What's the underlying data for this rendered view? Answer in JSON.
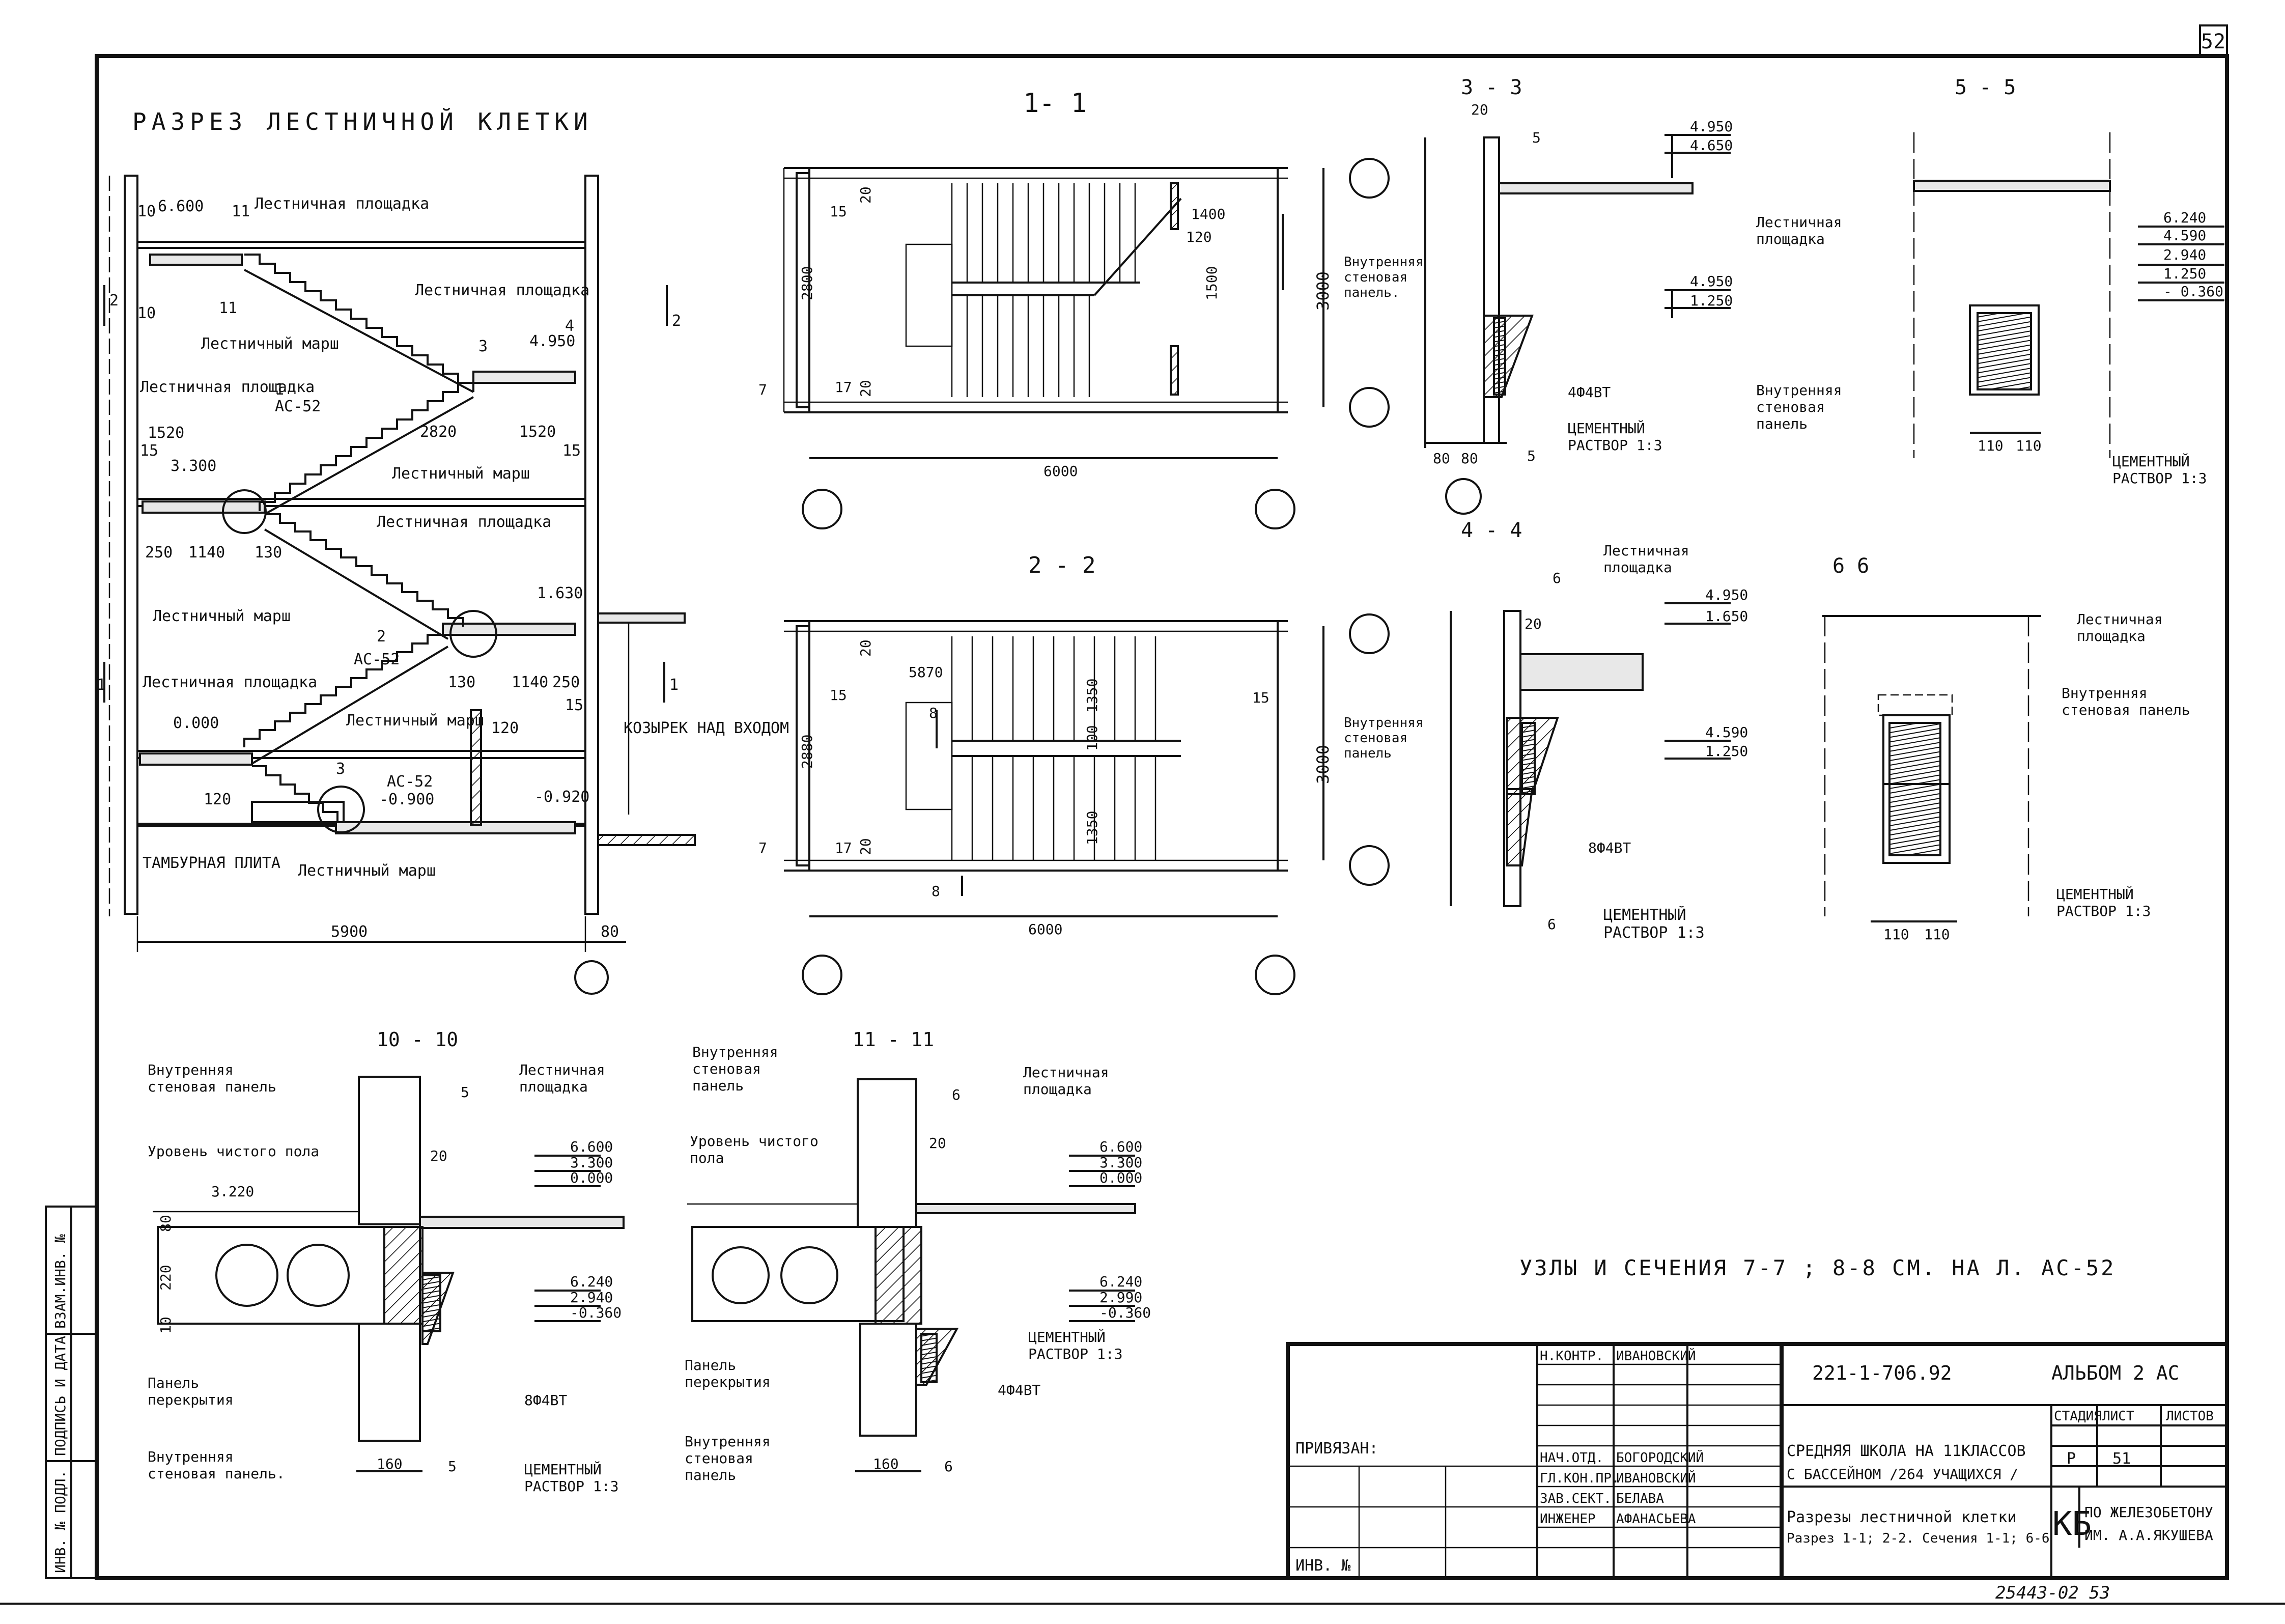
{
  "sheet_no": "52",
  "main_title": "РАЗРЕЗ ЛЕСТНИЧНОЙ КЛЕТКИ",
  "note": "УЗЛЫ И СЕЧЕНИЯ 7-7 ; 8-8 СМ. НА Л. АС-52",
  "views": {
    "s11": "1- 1",
    "s22": "2 - 2",
    "s33": "3 - 3",
    "s44": "4 - 4",
    "s55": "5 - 5",
    "s66": "6 6",
    "s1010": "10 - 10",
    "s1111": "11 - 11"
  },
  "main_section": {
    "l_platform_top": "Лестничная площадка",
    "l_platform_mid": "Лестничная площадка",
    "l_platform_left1": "Лестничная площадка",
    "l_platform_left2": "Лестничная площадка",
    "l_platform_low": "Лестничная площадка",
    "l_flight1": "Лестничный марш",
    "l_flight2": "Лестничный марш",
    "l_flight3": "Лестничный марш",
    "l_flight4": "Лестничный марш",
    "l_flight5": "Лестничный марш",
    "l_tambour": "ТАМБУРНАЯ ПЛИТА",
    "l_canopy": "КОЗЫРЕК НАД ВХОДОМ",
    "lev_660": "6.600",
    "lev_495": "4.950",
    "lev_330": "3.300",
    "lev_163": "1.630",
    "lev_000": "0.000",
    "lev_m090": "-0.900",
    "lev_m092": "-0.920",
    "d_1520a": "1520",
    "d_2820": "2820",
    "d_1520b": "1520",
    "d_250a": "250",
    "d_1140a": "1140",
    "d_130a": "130",
    "d_130b": "130",
    "d_1140b": "1140",
    "d_250b": "250",
    "d_120a": "120",
    "d_120b": "120",
    "d_5900": "5900",
    "d_80": "80",
    "d_15a": "15",
    "d_15b": "15",
    "d_15c": "15",
    "ref_as52a": "АС-52",
    "ref_as52b": "АС-52",
    "ref_as52c": "АС-52",
    "n1": "1",
    "n2": "2",
    "n3": "3",
    "n3b": "3",
    "n4": "4",
    "n10": "10",
    "n10b": "10",
    "n11": "11",
    "n11b": "11",
    "cut1": "1",
    "cut2": "2",
    "cut1b": "1",
    "cut2b": "2"
  },
  "plan11": {
    "d_6000": "6000",
    "d_1400": "1400",
    "d_1500": "1500",
    "d_120": "120",
    "d_2800": "2800",
    "d_3000": "3000",
    "d_20a": "20",
    "d_20b": "20",
    "d_15": "15",
    "d_17": "17",
    "d_7": "7"
  },
  "plan22": {
    "d_6000": "6000",
    "d_5870": "5870",
    "d_1350a": "1350",
    "d_1350b": "1350",
    "d_100": "100",
    "d_2880": "2880",
    "d_3000": "3000",
    "d_20a": "20",
    "d_20b": "20",
    "d_15a": "15",
    "d_15b": "15",
    "d_17": "17",
    "d_7": "7",
    "cut8": "8",
    "cut8b": "8"
  },
  "sec33": {
    "lev1": "4.950",
    "lev2": "4.650",
    "lev3": "4.950",
    "lev4": "1.250",
    "panel": "Внутренняя стеновая панель.",
    "rebar": "4Ф4ВТ",
    "mortar": "ЦЕМЕНТНЫЙ РАСТВОР 1:3",
    "d80a": "80",
    "d80b": "80",
    "d20": "20",
    "cut5": "5",
    "cut5b": "5"
  },
  "sec44": {
    "platform": "Лестничная площадка",
    "lev1": "4.950",
    "lev2": "1.650",
    "lev3": "4.590",
    "lev4": "1.250",
    "panel": "Внутренняя стеновая панель",
    "rebar": "8Ф4ВТ",
    "mortar": "ЦЕМЕНТНЫЙ РАСТВОР 1:3",
    "d20": "20",
    "cut6": "6",
    "cut6b": "6"
  },
  "sec55": {
    "platform": "Лестничная площадка",
    "levels": [
      "6.240",
      "4.590",
      "2.940",
      "1.250",
      "- 0.360"
    ],
    "panel": "Внутренняя стеновая панель",
    "mortar": "ЦЕМЕНТНЫЙ РАСТВОР 1:3",
    "d110a": "110",
    "d110b": "110"
  },
  "sec66": {
    "platform": "Лестничная площадка",
    "panel": "Внутренняя стеновая панель",
    "mortar": "ЦЕМЕНТНЫЙ РАСТВОР 1:3",
    "d110a": "110",
    "d110b": "110"
  },
  "sec1010": {
    "panel_top": "Внутренняя стеновая панель",
    "platform": "Лестничная площадка",
    "floor": "Уровень чистого пола",
    "lev_3220": "3.220",
    "lev_a": [
      "6.600",
      "3.300",
      "0.000"
    ],
    "lev_b": [
      "6.240",
      "2.940",
      "-0.360"
    ],
    "slab": "Панель перекрытия",
    "panel_bot": "Внутренняя стеновая панель.",
    "rebar": "8Ф4ВТ",
    "mortar": "ЦЕМЕНТНЫЙ РАСТВОР 1:3",
    "d160": "160",
    "d80": "80",
    "d220": "220",
    "d10": "10",
    "d20": "20",
    "cut5": "5",
    "cut5b": "5"
  },
  "sec1111": {
    "panel_top": "Внутренняя стеновая панель",
    "platform": "Лестничная площадка",
    "floor": "Уровень чистого пола",
    "lev_a": [
      "6.600",
      "3.300",
      "0.000"
    ],
    "lev_b": [
      "6.240",
      "2.990",
      "-0.360"
    ],
    "slab": "Панель перекрытия",
    "panel_bot": "Внутренняя стеновая панель",
    "rebar": "4Ф4ВТ",
    "mortar": "ЦЕМЕНТНЫЙ РАСТВОР 1:3",
    "d160": "160",
    "d20": "20",
    "cut6": "6",
    "cut6b": "6"
  },
  "title_block": {
    "bound": "ПРИВЯЗАН:",
    "inv": "ИНВ. №",
    "doc_code": "221-1-706.92",
    "album": "АЛЬБОМ 2 АС",
    "project1": "СРЕДНЯЯ ШКОЛА НА 11КЛАССОВ",
    "project2": "С БАССЕЙНОМ /264 УЧАЩИХСЯ /",
    "drawing1": "Разрезы лестничной клетки",
    "drawing2": "Разрез 1-1; 2-2. Сечения 1-1; 6-6",
    "stage_h": "СТАДИЯ",
    "sheet_h": "ЛИСТ",
    "sheets_h": "ЛИСТОВ",
    "stage": "Р",
    "sheet": "51",
    "org_code": "КБ",
    "org1": "ПО ЖЕЛЕЗОБЕТОНУ",
    "org2": "ИМ. А.А.ЯКУШЕВА",
    "roles": [
      "Н.КОНТР.",
      "НАЧ.ОТД.",
      "ГЛ.КОН.ПР.",
      "ЗАВ.СЕКТ.",
      "ИНЖЕНЕР"
    ],
    "names": [
      "ИВАНОВСКИЙ",
      "БОГОРОДСКИЙ",
      "ИВАНОВСКИЙ",
      "БЕЛАВА",
      "АФАНАСЬЕВА"
    ],
    "stamp": "25443-02  53"
  },
  "side_strip": [
    "ИНВ. № ПОДЛ.",
    "ПОДПИСЬ И ДАТА",
    "ВЗАМ.ИНВ. №"
  ]
}
